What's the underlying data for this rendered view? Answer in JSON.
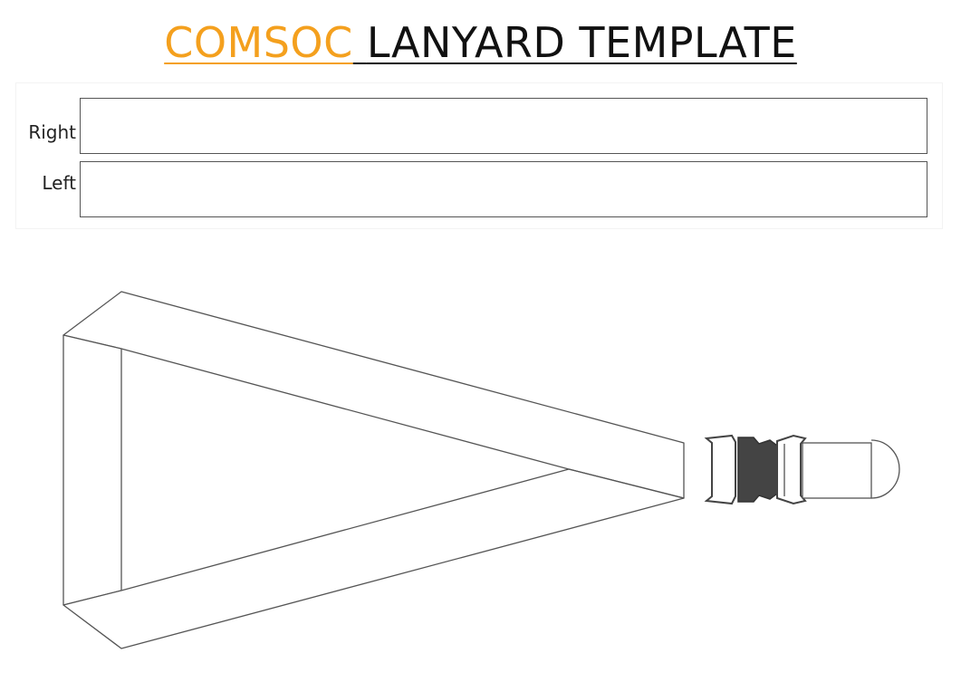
{
  "title": {
    "accent_text": "COMSOC",
    "main_text": "LANYARD TEMPLATE"
  },
  "strips": [
    {
      "label": "Right"
    },
    {
      "label": "Left"
    }
  ],
  "colors": {
    "accent": "#f4a01e",
    "title_text": "#111111",
    "outline": "#555555",
    "buckle": "#444444"
  }
}
